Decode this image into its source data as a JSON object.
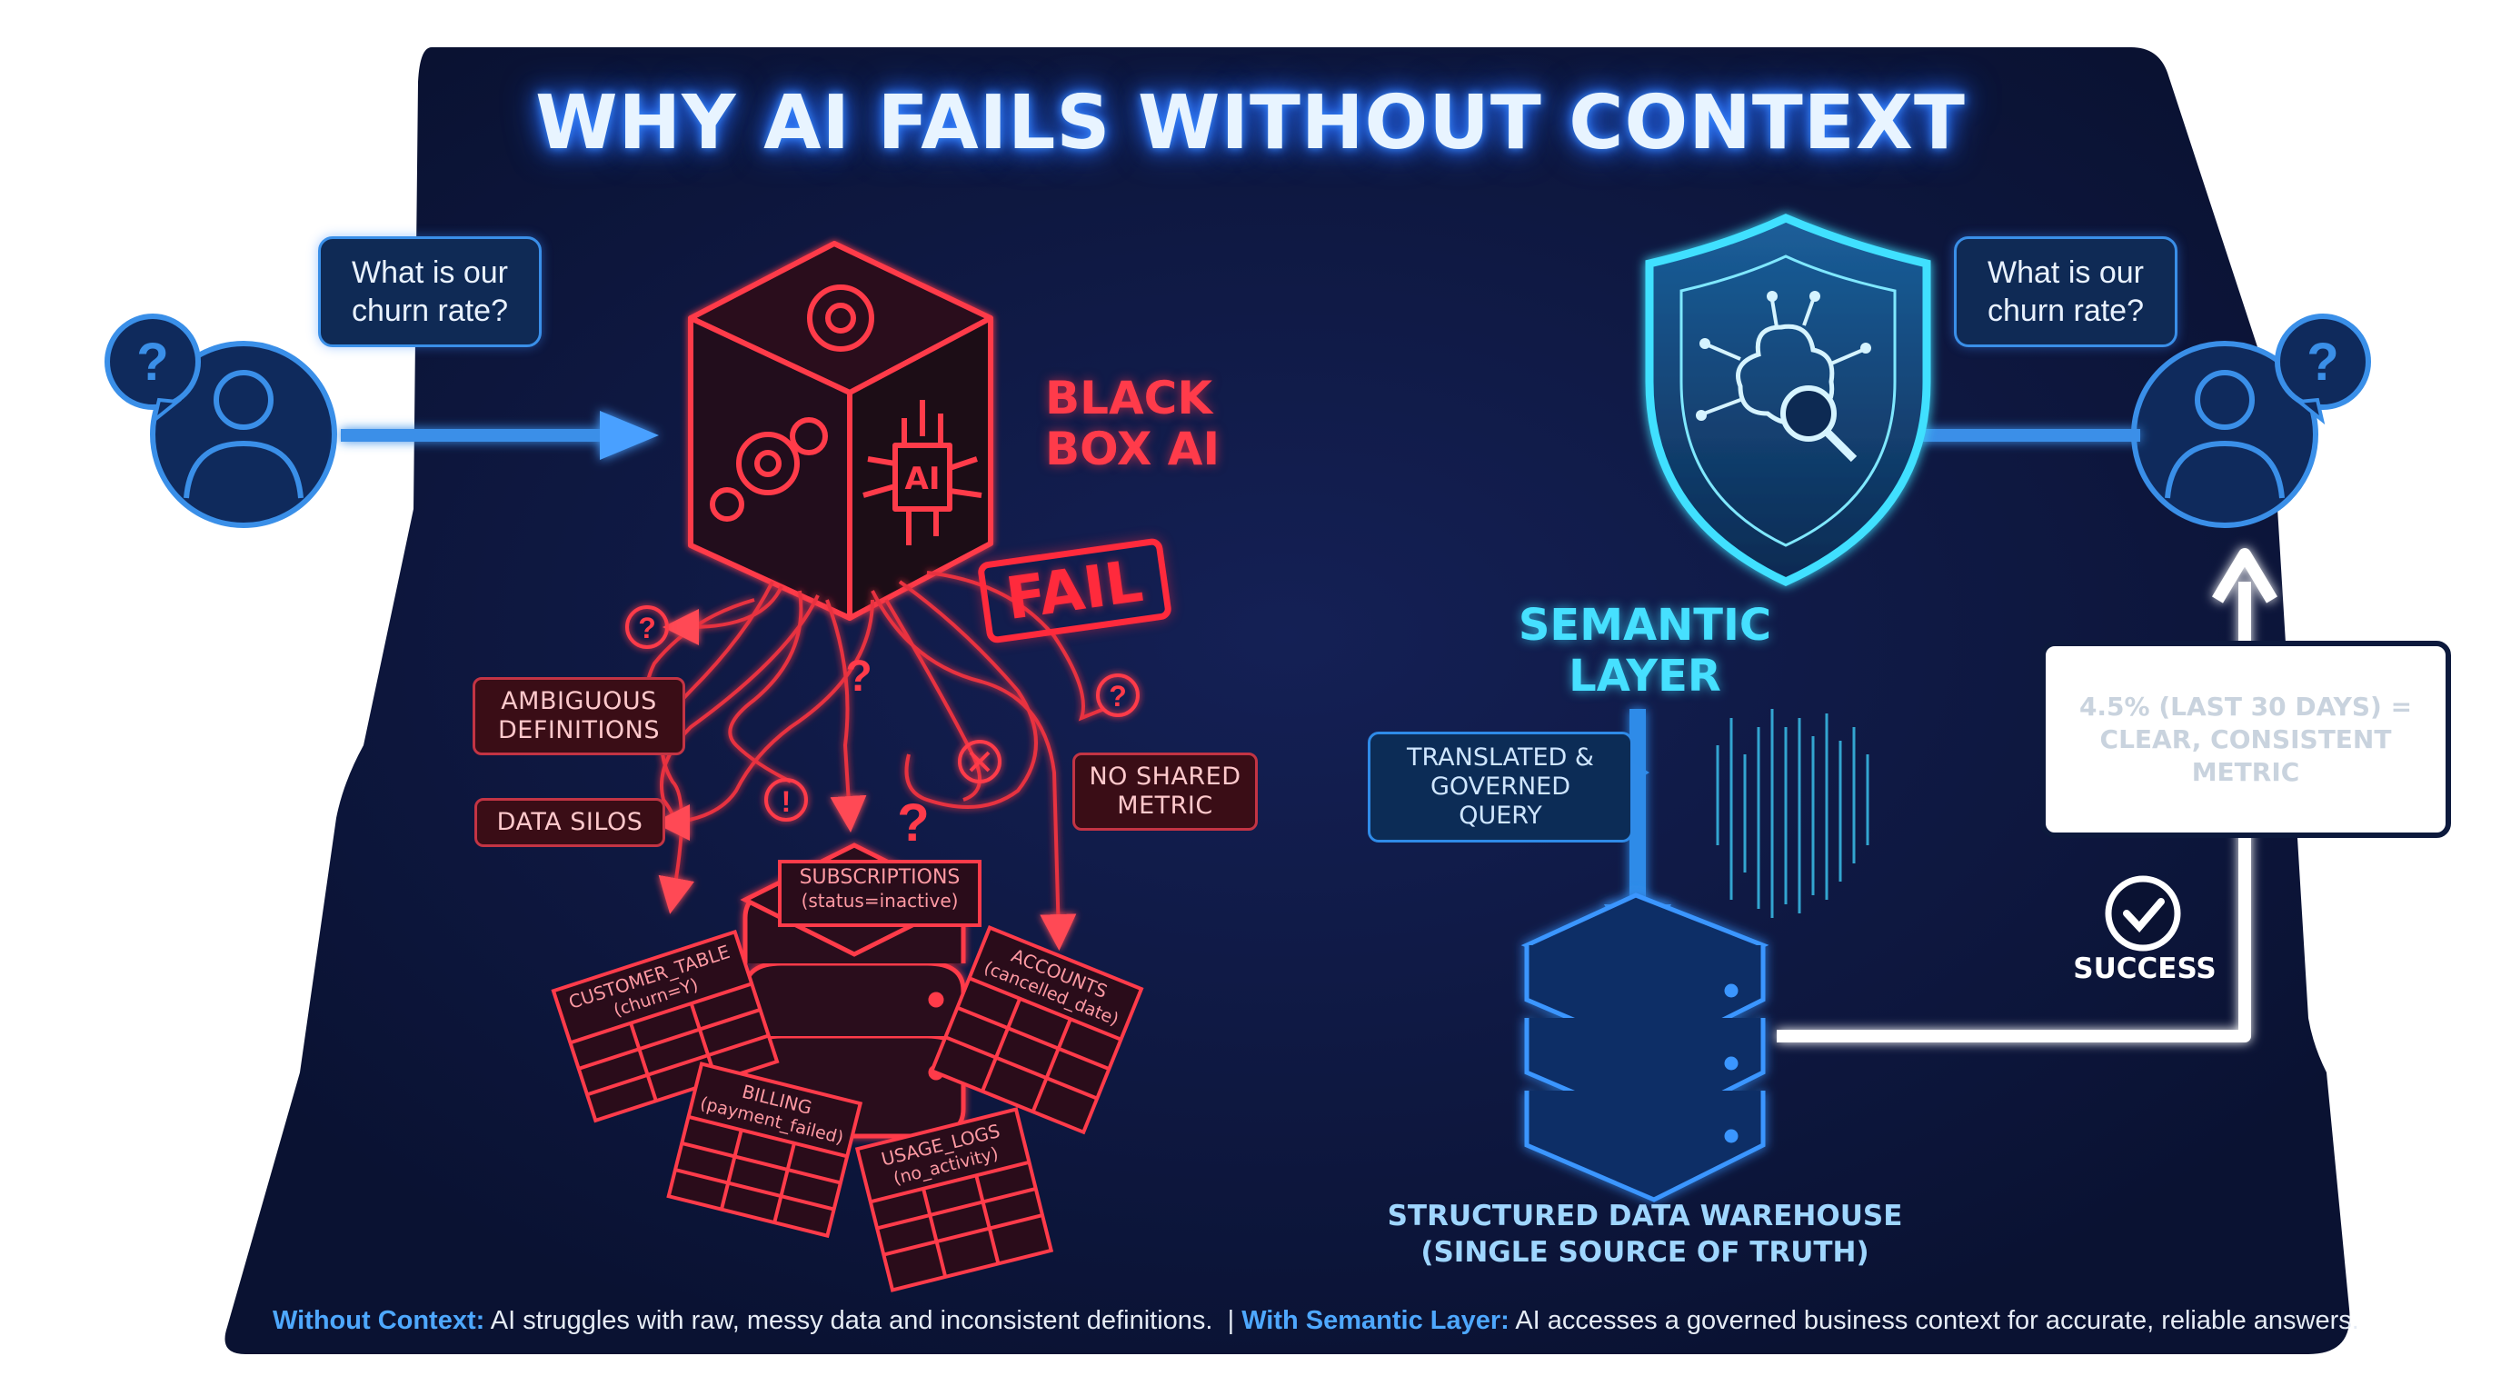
{
  "title": "WHY AI FAILS WITHOUT CONTEXT",
  "left_question": "What is our churn rate?",
  "right_question": "What is our churn rate?",
  "black_box": {
    "title": "BLACK BOX AI",
    "chip_label": "AI",
    "stamp": "FAIL"
  },
  "problems": {
    "ambiguous": "AMBIGUOUS DEFINITIONS",
    "silos": "DATA SILOS",
    "no_metric": "NO SHARED METRIC"
  },
  "tables": [
    {
      "name": "SUBSCRIPTIONS",
      "filter": "(status=inactive)"
    },
    {
      "name": "CUSTOMER_TABLE",
      "filter": "(churn=Y)"
    },
    {
      "name": "ACCOUNTS",
      "filter": "(cancelled_date)"
    },
    {
      "name": "BILLING",
      "filter": "(payment_failed)"
    },
    {
      "name": "USAGE_LOGS",
      "filter": "(no_activity)"
    }
  ],
  "semantic": {
    "title": "SEMANTIC LAYER",
    "query_label": "TRANSLATED & GOVERNED QUERY",
    "warehouse": "STRUCTURED DATA WAREHOUSE (SINGLE SOURCE OF TRUTH)",
    "result": "4.5% (LAST 30 DAYS) = CLEAR, CONSISTENT METRIC",
    "success": "SUCCESS"
  },
  "footer": {
    "left_key": "Without Context:",
    "left_text": "AI struggles with raw, messy data and inconsistent definitions.",
    "separator": "|",
    "right_key": "With Semantic Layer:",
    "right_text": "AI accesses a governed business context for accurate, reliable answers."
  },
  "colors": {
    "panel": "#0b1538",
    "fail_red": "#ff3b4a",
    "semantic_cyan": "#46e0ff",
    "accent_blue": "#3a8fe8"
  }
}
